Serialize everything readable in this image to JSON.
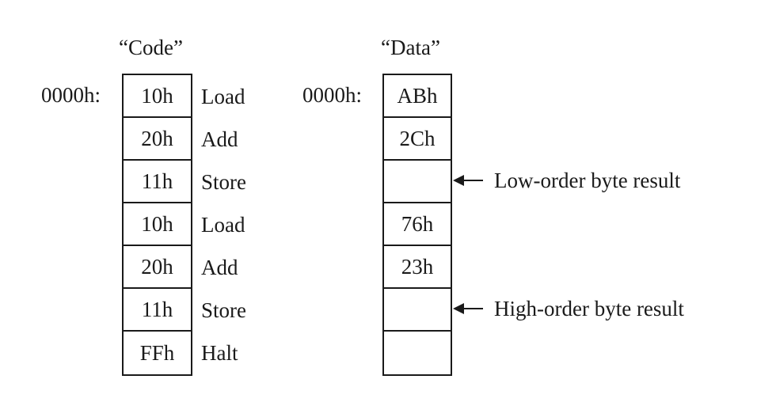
{
  "code": {
    "title": "“Code”",
    "start_address": "0000h:",
    "bytes": [
      "10h",
      "20h",
      "11h",
      "10h",
      "20h",
      "11h",
      "FFh"
    ],
    "mnemonics": [
      "Load",
      "Add",
      "Store",
      "Load",
      "Add",
      "Store",
      "Halt"
    ]
  },
  "data": {
    "title": "“Data”",
    "start_address": "0000h:",
    "bytes": [
      "ABh",
      "2Ch",
      "",
      "76h",
      "23h",
      "",
      ""
    ]
  },
  "annotations": {
    "low_order": "Low-order byte result",
    "high_order": "High-order byte result"
  }
}
